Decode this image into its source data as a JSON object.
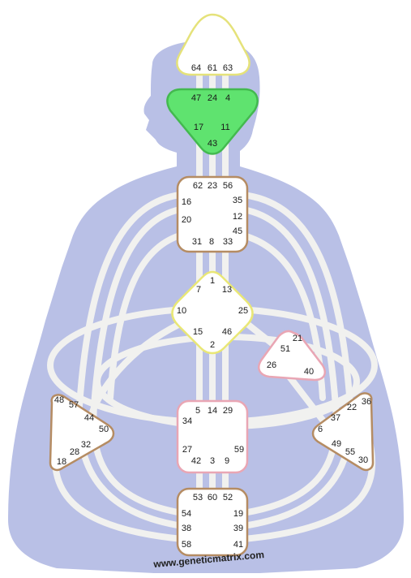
{
  "colors": {
    "body": "#b9c0e6",
    "channel": "#f1f1ef",
    "head_stroke": "#e5e27a",
    "ajna_fill": "#5fe36f",
    "ajna_stroke": "#43b94f",
    "brown_stroke": "#b58c63",
    "yellow_stroke": "#e9e776",
    "pink_stroke": "#e9a6b4",
    "center_fill": "#ffffff"
  },
  "centers": {
    "head": {
      "label": "head-center",
      "gates": [
        "64",
        "61",
        "63"
      ]
    },
    "ajna": {
      "label": "ajna-center",
      "gates": [
        "47",
        "24",
        "4",
        "17",
        "11",
        "43"
      ]
    },
    "throat": {
      "label": "throat-center",
      "gates": [
        "62",
        "23",
        "56",
        "16",
        "35",
        "20",
        "12",
        "45",
        "31",
        "8",
        "33"
      ]
    },
    "g": {
      "label": "g-center",
      "gates": [
        "1",
        "7",
        "13",
        "10",
        "25",
        "15",
        "46",
        "2"
      ]
    },
    "ego": {
      "label": "ego-center",
      "gates": [
        "21",
        "51",
        "26",
        "40"
      ]
    },
    "spleen": {
      "label": "spleen-center",
      "gates": [
        "48",
        "57",
        "44",
        "50",
        "32",
        "28",
        "18"
      ]
    },
    "sacral": {
      "label": "sacral-center",
      "gates": [
        "5",
        "14",
        "29",
        "34",
        "27",
        "59",
        "42",
        "3",
        "9"
      ]
    },
    "solar_plexus": {
      "label": "solar-plexus-center",
      "gates": [
        "36",
        "22",
        "37",
        "6",
        "49",
        "55",
        "30"
      ]
    },
    "root": {
      "label": "root-center",
      "gates": [
        "53",
        "60",
        "52",
        "54",
        "19",
        "38",
        "39",
        "58",
        "41"
      ]
    }
  },
  "watermark": "www.geneticmatrix.com"
}
